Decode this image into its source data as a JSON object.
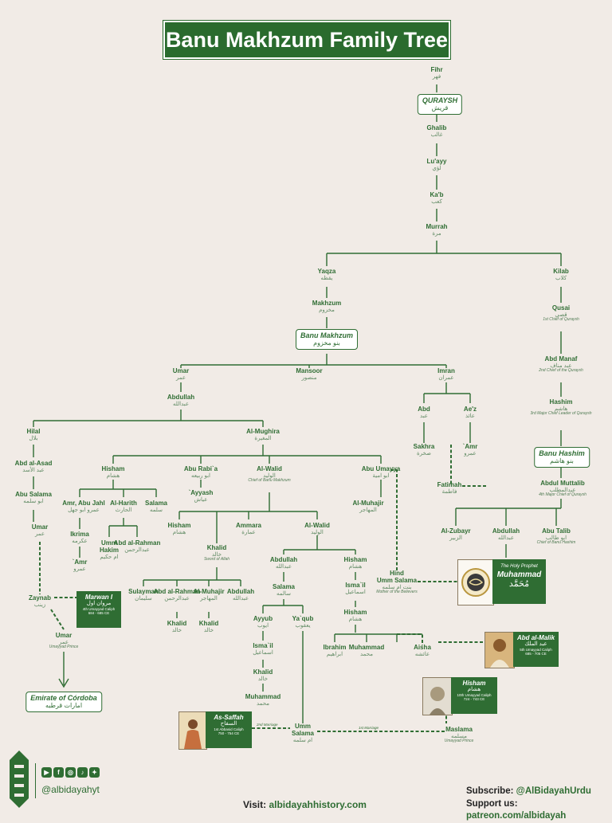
{
  "title": "Banu Makhzum Family Tree",
  "nodes": {
    "fihr": {
      "name": "Fihr",
      "ar": "فهر"
    },
    "ghalib": {
      "name": "Ghalib",
      "ar": "غالب"
    },
    "luayy": {
      "name": "Lu'ayy",
      "ar": "لؤي"
    },
    "kab": {
      "name": "Ka'b",
      "ar": "كعب"
    },
    "murrah": {
      "name": "Murrah",
      "ar": "مرة"
    },
    "yaqza": {
      "name": "Yaqza",
      "ar": "يقظه"
    },
    "makhzum": {
      "name": "Makhzum",
      "ar": "مخزوم"
    },
    "kilab": {
      "name": "Kilab",
      "ar": "كلاب"
    },
    "qusai": {
      "name": "Qusai",
      "ar": "قصي",
      "sub": "1st Chief of Quraysh"
    },
    "abd_manaf": {
      "name": "Abd Manaf",
      "ar": "عبد مناف",
      "sub": "2nd Chief of the Quraysh"
    },
    "hashim": {
      "name": "Hashim",
      "ar": "هاشم",
      "sub": "3rd Major Chief Leader of Quraysh"
    },
    "abdul_muttalib": {
      "name": "Abdul Muttalib",
      "ar": "عبدالمطلب",
      "sub": "4th Major Chief of Quraysh"
    },
    "al_zubayr": {
      "name": "Al-Zubayr",
      "ar": "الزبير"
    },
    "abdullah_p": {
      "name": "Abdullah",
      "ar": "عبدالله"
    },
    "abu_talib": {
      "name": "Abu Talib",
      "ar": "ابو طالب",
      "sub": "Chief of Banu Hashim"
    },
    "umar_top": {
      "name": "Umar",
      "ar": "عمر"
    },
    "mansoor": {
      "name": "Mansoor",
      "ar": "منصور"
    },
    "imran": {
      "name": "Imran",
      "ar": "عمران"
    },
    "abdullah_top": {
      "name": "Abdullah",
      "ar": "عبدالله"
    },
    "abd": {
      "name": "Abd",
      "ar": "عبد"
    },
    "aez": {
      "name": "Ae'z",
      "ar": "عائذ"
    },
    "sakhra": {
      "name": "Sakhra",
      "ar": "صخرة"
    },
    "amr_i": {
      "name": "`Amr",
      "ar": "عمرو"
    },
    "fatimah": {
      "name": "Fatimah",
      "ar": "فاطمة"
    },
    "hilal": {
      "name": "Hilal",
      "ar": "بلال"
    },
    "abd_al_asad": {
      "name": "Abd al-Asad",
      "ar": "عبد الأسد"
    },
    "abu_salama": {
      "name": "Abu Salama",
      "ar": "ابو سلمه"
    },
    "umar_l": {
      "name": "Umar",
      "ar": "عمر"
    },
    "zaynab": {
      "name": "Zaynab",
      "ar": "زينب"
    },
    "umar_prince": {
      "name": "Umar",
      "ar": "عمر",
      "sub": "Umayyad Prince"
    },
    "al_mughira": {
      "name": "Al-Mughira",
      "ar": "المغيرة"
    },
    "hisham_m": {
      "name": "Hisham",
      "ar": "هشام"
    },
    "abu_rabia": {
      "name": "Abu Rabi`a",
      "ar": "ابو ربيعه"
    },
    "al_walid": {
      "name": "Al-Walid",
      "ar": "الوليد",
      "sub": "Chief of Banu Makhzum"
    },
    "abu_umayya": {
      "name": "Abu Umayya",
      "ar": "ابو امية"
    },
    "amr_abu_jahl": {
      "name": "Amr, Abu Jahl",
      "ar": "عمرو ابو جهل"
    },
    "al_harith": {
      "name": "Al-Harith",
      "ar": "الحارث"
    },
    "salama_m": {
      "name": "Salama",
      "ar": "سلمه"
    },
    "ayyash": {
      "name": "`Ayyash",
      "ar": "عياش"
    },
    "ikrima": {
      "name": "Ikrima",
      "ar": "عكرمه"
    },
    "amr_ik": {
      "name": "`Amr",
      "ar": "عمرو"
    },
    "umm_hakim": {
      "name": "Umm Hakim",
      "ar": "ام حكيم"
    },
    "abd_al_rahman_h": {
      "name": "Abd al-Rahman",
      "ar": "عبدالرحمن"
    },
    "al_muhajir_u": {
      "name": "Al-Muhajir",
      "ar": "المهاجر"
    },
    "hisham_w": {
      "name": "Hisham",
      "ar": "هشام"
    },
    "ammara": {
      "name": "Ammara",
      "ar": "عمارة"
    },
    "al_walid_w": {
      "name": "Al-Walid",
      "ar": "الوليد"
    },
    "khalid": {
      "name": "Khalid",
      "ar": "خالد",
      "sub": "Sword of Allah"
    },
    "sulayman": {
      "name": "Sulayman",
      "ar": "سليمان"
    },
    "abd_al_rahman_k": {
      "name": "Abd al-Rahman",
      "ar": "عبدالرحمن"
    },
    "al_muhajir_k": {
      "name": "Al-Muhajir",
      "ar": "المهاجر"
    },
    "abdullah_k": {
      "name": "Abdullah",
      "ar": "عبدالله"
    },
    "khalid_1": {
      "name": "Khalid",
      "ar": "خالد"
    },
    "khalid_2": {
      "name": "Khalid",
      "ar": "خالد"
    },
    "abdullah_ww": {
      "name": "Abdullah",
      "ar": "عبدالله"
    },
    "hisham_ww": {
      "name": "Hisham",
      "ar": "هشام"
    },
    "salama_ww": {
      "name": "Salama",
      "ar": "سالمه"
    },
    "ismail_h": {
      "name": "Isma`il",
      "ar": "اسماعيل"
    },
    "hisham_i": {
      "name": "Hisham",
      "ar": "هشام"
    },
    "ayyub": {
      "name": "Ayyub",
      "ar": "ايوب"
    },
    "yaqub": {
      "name": "Ya`qub",
      "ar": "يعقوب"
    },
    "ismail_a": {
      "name": "Isma`il",
      "ar": "اسماعيل"
    },
    "khalid_a": {
      "name": "Khalid",
      "ar": "خالد"
    },
    "muhammad_a": {
      "name": "Muhammad",
      "ar": "محمد"
    },
    "umm_salama_b": {
      "name": "Umm Salama",
      "ar": "ام سلمه"
    },
    "ibrahim": {
      "name": "Ibrahim",
      "ar": "ابراهيم"
    },
    "muhammad_h": {
      "name": "Muhammad",
      "ar": "محمد"
    },
    "aisha": {
      "name": "Aisha",
      "ar": "عائشه"
    },
    "maslama": {
      "name": "Maslama",
      "ar": "مسلمه",
      "sub": "Umayyad Prince"
    },
    "hind": {
      "name": "Hind",
      "sub_name": "Umm Salama",
      "ar": "بنت ام سلمه",
      "sub": "Mother of the Believers"
    }
  },
  "boxes": {
    "quraysh": {
      "name": "QURAYSH",
      "ar": "قريش"
    },
    "banu_makhzum": {
      "name": "Banu Makhzum",
      "ar": "بنو مخزوم"
    },
    "banu_hashim": {
      "name": "Banu Hashim",
      "ar": "بنو هاشم"
    },
    "emirate": {
      "name": "Emirate of Córdoba",
      "ar": "امارات قرطبه"
    }
  },
  "cards": {
    "prophet": {
      "title": "The Holy Prophet",
      "name": "Muhammad",
      "ar": "مُحَمَّد"
    },
    "marwan": {
      "name": "Marwan I",
      "ar": "مروان اول",
      "sub": "4th Umayyad Caliph",
      "years": "684 - 685 CE"
    },
    "abd_al_malik": {
      "name": "Abd al-Malik",
      "ar": "عبد الملك",
      "sub": "5th Umayyad Caliph",
      "years": "685 - 705 CE"
    },
    "hisham_caliph": {
      "name": "Hisham",
      "ar": "هشام",
      "sub": "10th Umayyad Caliph",
      "years": "724 - 743 CE"
    },
    "as_saffah": {
      "name": "As-Saffah",
      "ar": "السفاح",
      "sub": "1st Abbasid Caliph",
      "years": "750 - 754 CE"
    }
  },
  "marriage_labels": {
    "second": "2nd Marriage",
    "first": "1st Marriage"
  },
  "footer": {
    "handle": "@albidayahyt",
    "visit_label": "Visit:",
    "visit_url": "albidayahhistory.com",
    "subscribe_label": "Subscribe:",
    "subscribe_handle": "@AlBidayahUrdu",
    "support_label": "Support us:",
    "support_url": "patreon.com/albidayah",
    "social_icons": [
      "youtube-icon",
      "facebook-icon",
      "instagram-icon",
      "tiktok-icon",
      "twitter-icon"
    ]
  },
  "colors": {
    "green": "#2f6d33",
    "background": "#f1ebe6"
  }
}
